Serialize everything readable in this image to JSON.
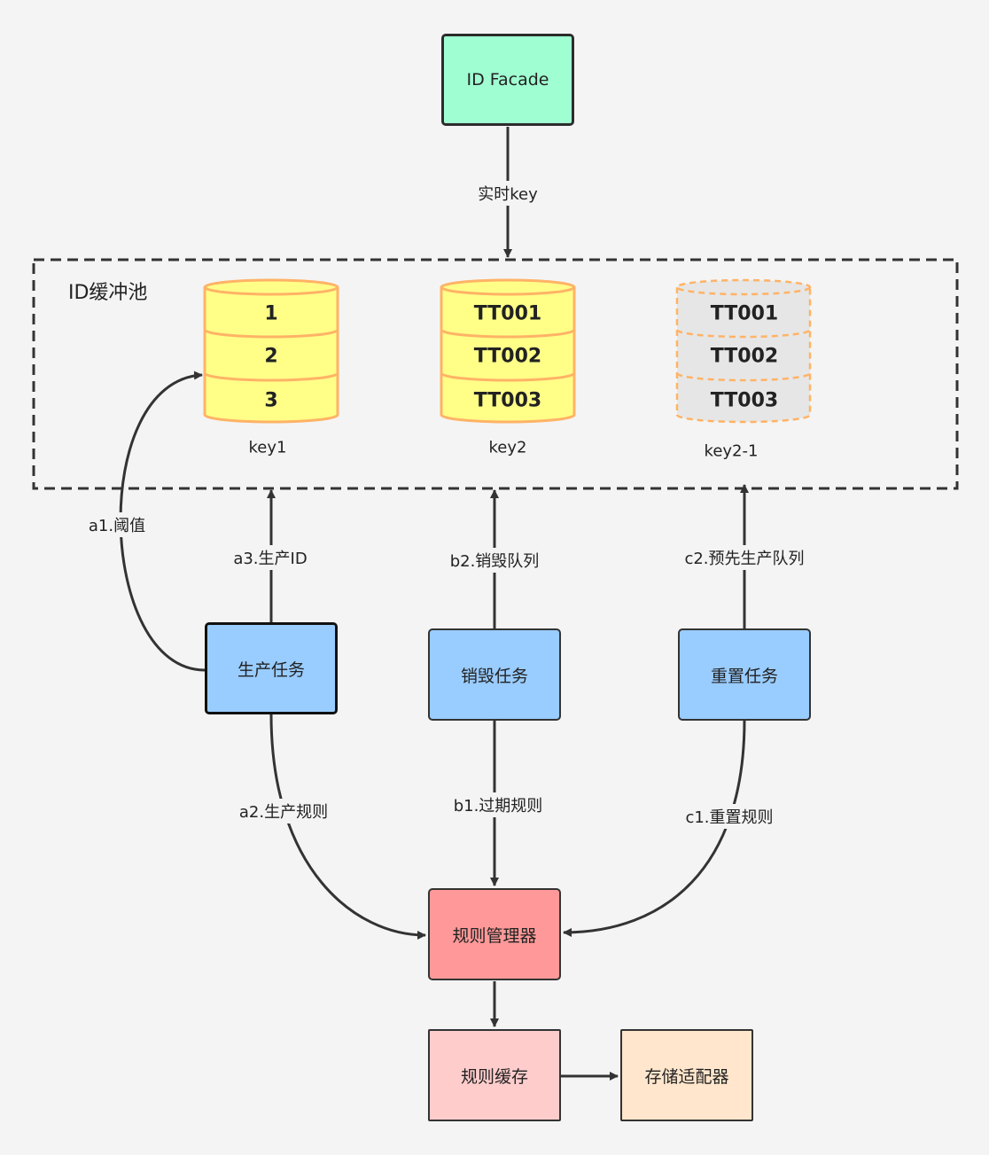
{
  "facade": {
    "label": "ID Facade"
  },
  "pool": {
    "title": "ID缓冲池",
    "stores": [
      {
        "key": "key1",
        "items": [
          "1",
          "2",
          "3"
        ]
      },
      {
        "key": "key2",
        "items": [
          "TT001",
          "TT002",
          "TT003"
        ]
      },
      {
        "key": "key2-1",
        "items": [
          "TT001",
          "TT002",
          "TT003"
        ]
      }
    ]
  },
  "tasks": {
    "produce": "生产任务",
    "destroy": "销毁任务",
    "reset": "重置任务"
  },
  "rule_manager": "规则管理器",
  "rule_cache": "规则缓存",
  "storage_adapter": "存储适配器",
  "edges": {
    "realtime_key": "实时key",
    "a1": "a1.阈值",
    "a2": "a2.生产规则",
    "a3": "a3.生产ID",
    "b1": "b1.过期规则",
    "b2": "b2.销毁队列",
    "c1": "c1.重置规则",
    "c2": "c2.预先生产队列"
  },
  "colors": {
    "facade": "#a0ffd2",
    "task": "#99ccff",
    "rule_manager": "#ff9999",
    "rule_cache": "#ffcccc",
    "storage_adapter": "#ffe6cc",
    "db_fill": "#ffff88",
    "db_stroke": "#ffb366",
    "db_ghost_fill": "#e6e6e6"
  }
}
